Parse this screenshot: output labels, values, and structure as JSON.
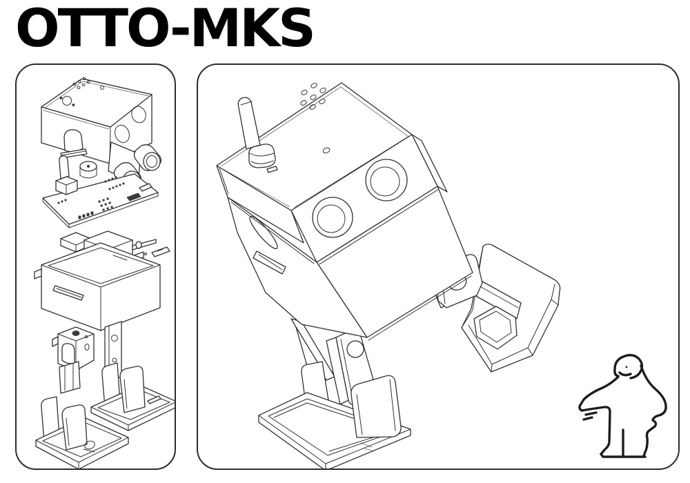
{
  "page": {
    "title": "OTTO-MKS"
  },
  "colors": {
    "background": "#ffffff",
    "line_art": "#2f2f2f",
    "panel_border": "#2b2b2b",
    "title_text": "#000000"
  },
  "figures": {
    "left_panel": "otto-exploded-parts-diagram",
    "right_panel": "otto-assembled-robot-diagram",
    "corner_icon": "ikea-person-icon"
  }
}
